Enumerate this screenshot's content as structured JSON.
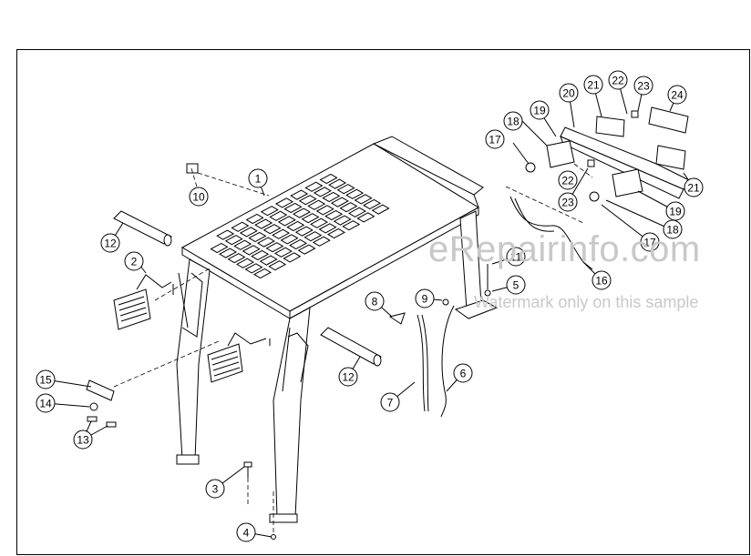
{
  "watermark": {
    "brand": "eRepairinfo.com",
    "note": "Watermark only on this sample"
  },
  "callouts": [
    {
      "label": "1"
    },
    {
      "label": "2"
    },
    {
      "label": "3"
    },
    {
      "label": "4"
    },
    {
      "label": "5"
    },
    {
      "label": "6"
    },
    {
      "label": "7"
    },
    {
      "label": "8"
    },
    {
      "label": "9"
    },
    {
      "label": "10"
    },
    {
      "label": "11"
    },
    {
      "label": "12"
    },
    {
      "label": "12"
    },
    {
      "label": "13"
    },
    {
      "label": "14"
    },
    {
      "label": "15"
    },
    {
      "label": "16"
    },
    {
      "label": "17"
    },
    {
      "label": "17"
    },
    {
      "label": "18"
    },
    {
      "label": "18"
    },
    {
      "label": "19"
    },
    {
      "label": "19"
    },
    {
      "label": "20"
    },
    {
      "label": "21"
    },
    {
      "label": "21"
    },
    {
      "label": "22"
    },
    {
      "label": "22"
    },
    {
      "label": "23"
    },
    {
      "label": "23"
    },
    {
      "label": "24"
    }
  ]
}
